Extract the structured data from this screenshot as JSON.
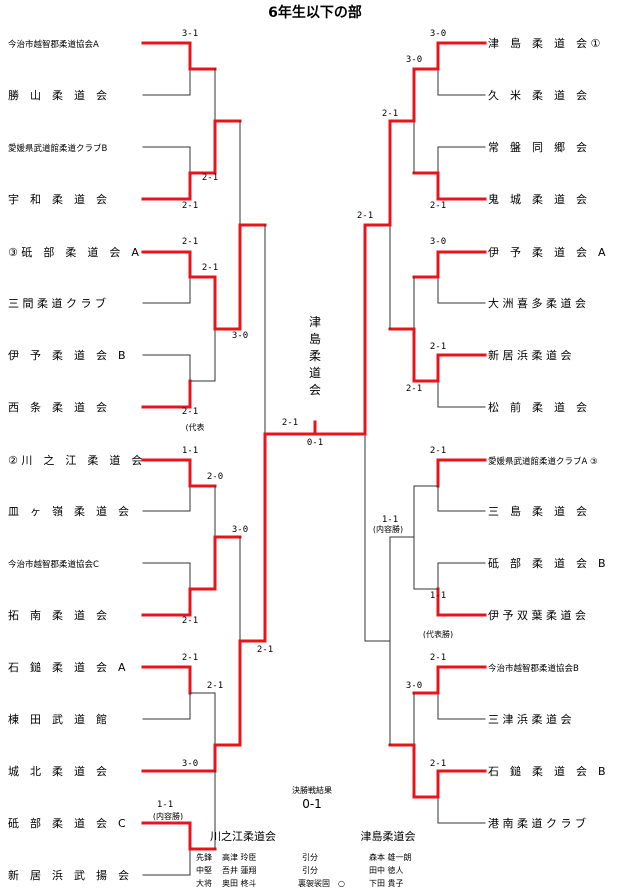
{
  "title": "6年生以下の部",
  "champion": "津島柔道会",
  "left_teams": [
    {
      "name": "今治市越智郡柔道協会A",
      "small": true
    },
    {
      "name": "勝　山　柔　道　会"
    },
    {
      "name": "愛媛県武道館柔道クラブB",
      "small": true
    },
    {
      "name": "宇　和　柔　道　会"
    },
    {
      "name": "③ 砥　部　柔　道　会　A"
    },
    {
      "name": "三 間 柔 道 ク ラ ブ"
    },
    {
      "name": "伊　予　柔　道　会　B"
    },
    {
      "name": "西　条　柔　道　会"
    },
    {
      "name": "② 川　之　江　柔　道　会"
    },
    {
      "name": "皿　ヶ　嶺　柔　道　会"
    },
    {
      "name": "今治市越智郡柔道協会C",
      "small": true
    },
    {
      "name": "拓　南　柔　道　会"
    },
    {
      "name": "石　鎚　柔　道　会　A"
    },
    {
      "name": "棟　田　武　道　館"
    },
    {
      "name": "城　北　柔　道　会"
    },
    {
      "name": "砥　部　柔　道　会　C"
    },
    {
      "name": "新　居　浜　武　揚　会"
    }
  ],
  "right_teams": [
    {
      "name": "津　島　柔　道　会 ①"
    },
    {
      "name": "久　米　柔　道　会"
    },
    {
      "name": "常　盤　同　郷　会"
    },
    {
      "name": "鬼　城　柔　道　会"
    },
    {
      "name": "伊　予　柔　道　会　A"
    },
    {
      "name": "大 洲 喜 多 柔 道 会"
    },
    {
      "name": "新 居 浜 柔 道 会"
    },
    {
      "name": "松　前　柔　道　会"
    },
    {
      "name": "愛媛県武道館柔道クラブA ③",
      "small": true
    },
    {
      "name": "三　島　柔　道　会"
    },
    {
      "name": "砥　部　柔　道　会　B"
    },
    {
      "name": "伊 予 双 葉 柔 道 会"
    },
    {
      "name": "今治市越智郡柔道協会B",
      "small": true
    },
    {
      "name": "三 津 浜 柔 道 会"
    },
    {
      "name": "石　鎚　柔　道　会　B"
    },
    {
      "name": "港 南 柔 道 ク ラ ブ"
    }
  ],
  "left_scores": [
    {
      "text": "3-1",
      "slot": 0
    },
    {
      "text": "2-1",
      "slot": 1
    },
    {
      "text": "2-1",
      "slot": 2
    },
    {
      "text": "2-1",
      "slot": 3
    },
    {
      "text": "2-1",
      "slot": 4
    },
    {
      "text": "3-0",
      "slot": 5
    },
    {
      "text": "2-1",
      "slot": 6
    },
    {
      "text": "1-1",
      "slot": 7
    },
    {
      "text": "2-0",
      "slot": 8
    },
    {
      "text": "3-0",
      "slot": 9
    },
    {
      "text": "2-1",
      "slot": 10
    },
    {
      "text": "2-1",
      "slot": 11
    },
    {
      "text": "2-1",
      "slot": 12
    },
    {
      "text": "2-1",
      "slot": 13
    },
    {
      "text": "3-0",
      "slot": 14
    },
    {
      "text": "1-1",
      "slot": 15
    },
    {
      "text": "2-1",
      "slot": 16
    }
  ],
  "right_scores": [
    {
      "text": "3-0",
      "slot": 0
    },
    {
      "text": "3-0",
      "slot": 1
    },
    {
      "text": "2-1",
      "slot": 2
    },
    {
      "text": "2-1",
      "slot": 3
    },
    {
      "text": "2-1",
      "slot": 4
    },
    {
      "text": "3-0",
      "slot": 5
    },
    {
      "text": "2-1",
      "slot": 6
    },
    {
      "text": "2-1",
      "slot": 7
    },
    {
      "text": "2-1",
      "slot": 8
    },
    {
      "text": "1-1",
      "slot": 9
    },
    {
      "text": "1-1",
      "slot": 10
    },
    {
      "text": "2-1",
      "slot": 11
    },
    {
      "text": "3-0",
      "slot": 12
    },
    {
      "text": "2-1",
      "slot": 13
    }
  ],
  "notes": {
    "daihyo": "(代表",
    "naiyo_left": "(内容勝)",
    "naiyo_right": "(内容勝)",
    "daihyo_right": "(代表勝)"
  },
  "final_score": "0-1",
  "result": {
    "heading": "決勝戦結果",
    "score": "0-1",
    "left_team": "川之江柔道会",
    "right_team": "津島柔道会",
    "rows": [
      {
        "pos": "先鋒",
        "left": "高津 玲臣",
        "mid": "引分",
        "right": "森本 雄一朗"
      },
      {
        "pos": "中堅",
        "left": "吾井 蓮翔",
        "mid": "引分",
        "right": "田中 徳人"
      },
      {
        "pos": "大将",
        "left": "奥田 柊斗",
        "mid": "裏袈裟固　○",
        "right": "下田 貴子"
      }
    ]
  },
  "colors": {
    "win": "#e8141c",
    "lose": "#333333",
    "text": "#111111"
  }
}
